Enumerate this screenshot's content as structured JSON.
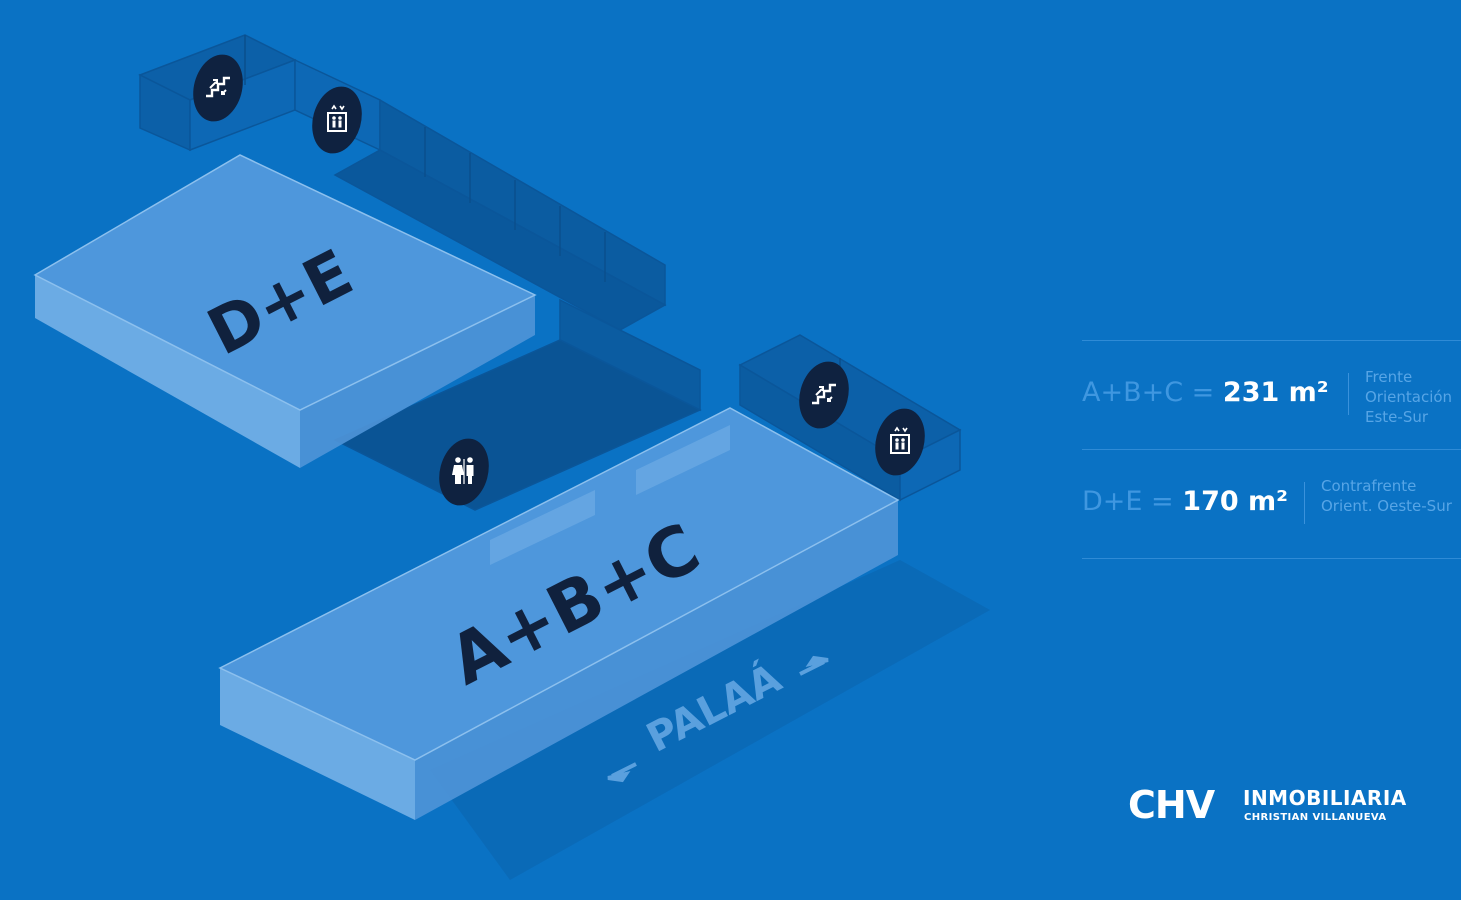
{
  "plan": {
    "unit_de_label": "D+E",
    "unit_abc_label": "A+B+C",
    "street_label": "PALAÁ",
    "icons": [
      "stairs-icon",
      "elevator-icon",
      "restroom-icon",
      "stairs-icon",
      "elevator-icon"
    ]
  },
  "legend": {
    "rows": [
      {
        "units": "A+B+C =",
        "area": "231 m²",
        "desc_line1": "Frente",
        "desc_line2": "Orientación",
        "desc_line3": "Este-Sur"
      },
      {
        "units": "D+E =",
        "area": "170 m²",
        "desc_line1": "Contrafrente",
        "desc_line2": "Orient. Oeste-Sur",
        "desc_line3": ""
      }
    ]
  },
  "logo": {
    "mark": "CHV",
    "name": "INMOBILIARIA",
    "sub": "CHRISTIAN VILLANUEVA"
  },
  "colors": {
    "background": "#0a72c4",
    "slab": "#5a9ee0",
    "icon_badge": "#0f2240",
    "legend_accent": "#3f97e0"
  }
}
